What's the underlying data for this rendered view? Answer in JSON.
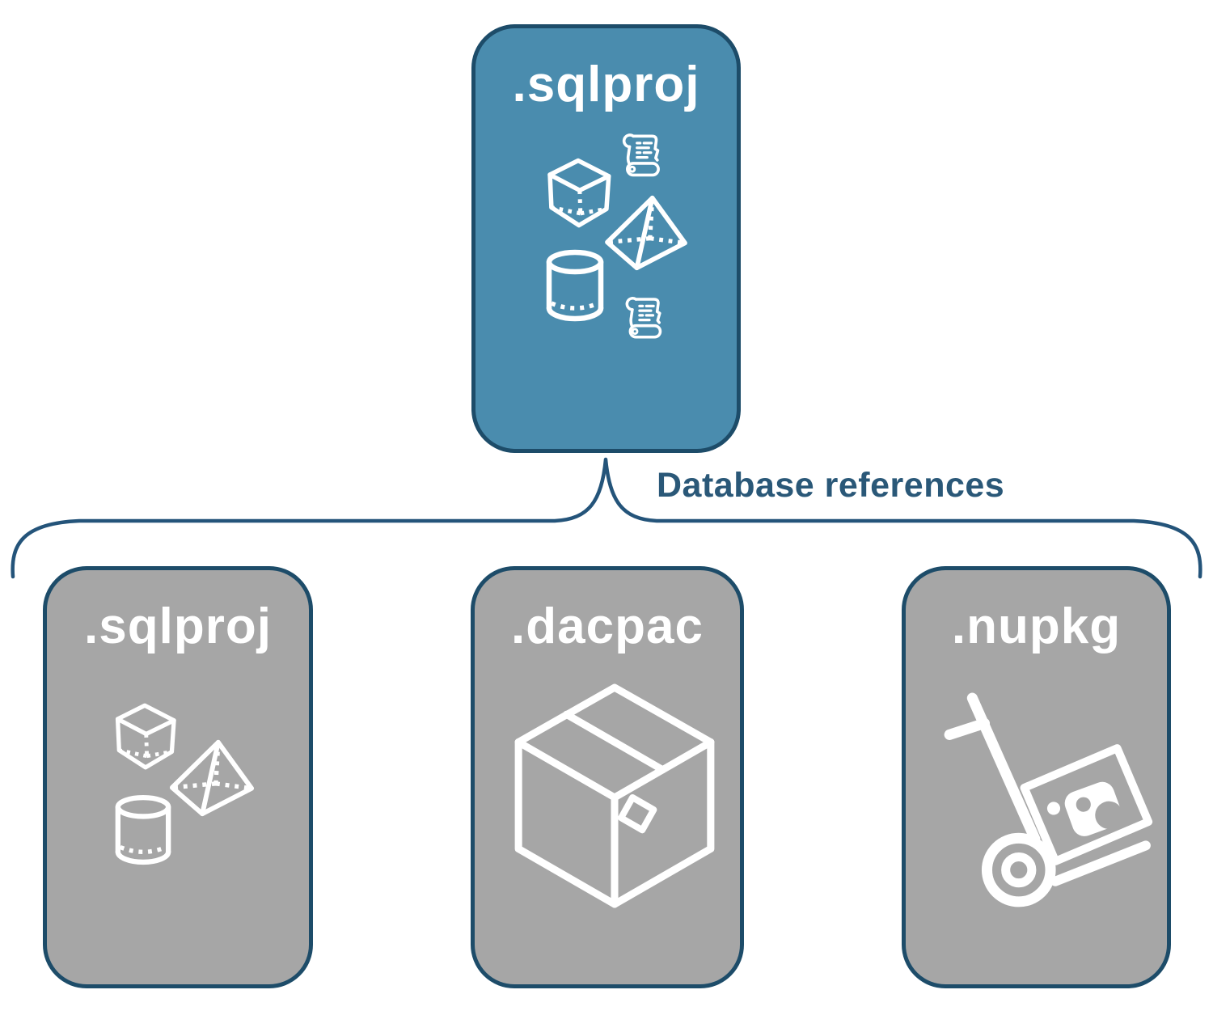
{
  "colors": {
    "accent_blue": "#4a8cae",
    "outline_navy": "#1d4c69",
    "connector_blue": "#24547a",
    "label_text_blue": "#2a5878",
    "box_gray": "#a6a6a6",
    "icon_white": "#ffffff"
  },
  "connector": {
    "label": "Database references"
  },
  "parent_box": {
    "label": ".sqlproj",
    "icons": [
      "scroll-icon",
      "cube-icon",
      "pyramid-icon",
      "cylinder-icon",
      "scroll-icon"
    ]
  },
  "child_boxes": [
    {
      "label": ".sqlproj",
      "icons": [
        "cube-icon",
        "pyramid-icon",
        "cylinder-icon"
      ]
    },
    {
      "label": ".dacpac",
      "icons": [
        "package-box-icon"
      ]
    },
    {
      "label": ".nupkg",
      "icons": [
        "nuget-hand-truck-icon"
      ]
    }
  ]
}
